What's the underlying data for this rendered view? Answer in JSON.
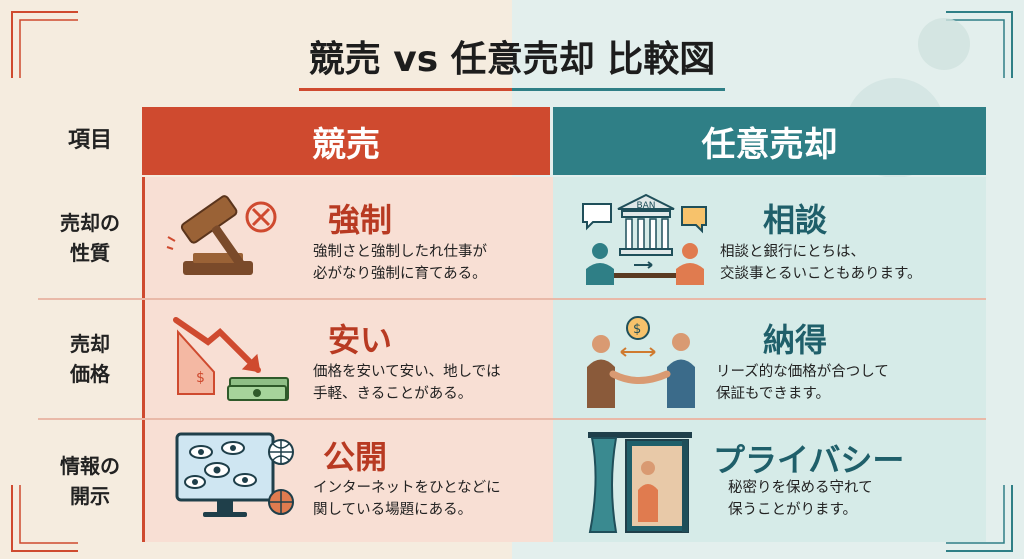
{
  "title": "競売 vs 任意売却 比較図",
  "header": {
    "item": "項目",
    "left": "競売",
    "right": "任意売却"
  },
  "rows": [
    {
      "label_line1": "売却の",
      "label_line2": "性質",
      "left": {
        "heading": "強制",
        "line1": "強制さと強制したれ仕事が",
        "line2": "必がなり強制に育てある。",
        "icon": "gavel-icon"
      },
      "right": {
        "heading": "相談",
        "line1": "相談と銀行にとちは、",
        "line2": "交談事とるいこともあります。",
        "icon": "bank-meeting-icon",
        "bank_sign": "BAN"
      }
    },
    {
      "label_line1": "売却",
      "label_line2": "価格",
      "left": {
        "heading": "安い",
        "line1": "価格を安いて安い、地しでは",
        "line2": "手軽、きることがある。",
        "icon": "price-drop-icon"
      },
      "right": {
        "heading": "納得",
        "line1": "リーズ的な価格が合つして",
        "line2": "保証もできます。",
        "icon": "handshake-icon"
      }
    },
    {
      "label_line1": "情報の",
      "label_line2": "開示",
      "left": {
        "heading": "公開",
        "line1": "インターネットをひとなどに",
        "line2": "関している場題にある。",
        "icon": "eyes-monitor-icon"
      },
      "right": {
        "heading": "プライバシー",
        "line1": "秘密りを保める守れて",
        "line2": "保うことがります。",
        "icon": "curtain-privacy-icon"
      }
    }
  ],
  "colors": {
    "left_accent": "#cf4a2f",
    "right_accent": "#2f7f86",
    "left_bg": "#f8dfd4",
    "right_bg": "#d6ebe8"
  }
}
